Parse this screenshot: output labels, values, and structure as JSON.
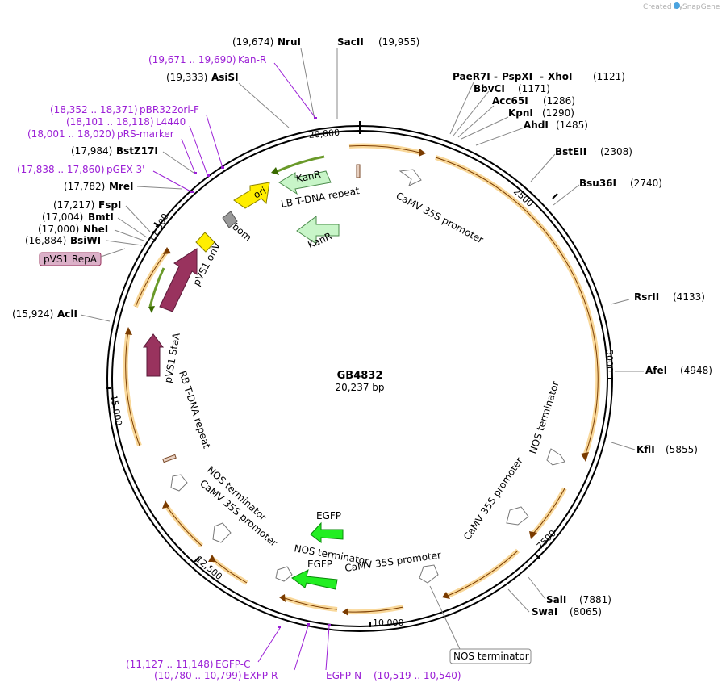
{
  "watermark": {
    "prefix": "Created by",
    "brand": "SnapGene"
  },
  "map": {
    "name": "GB4832",
    "size": "20,237 bp",
    "ticks": [
      "2500",
      "5000",
      "7500",
      "10,000",
      "12,500",
      "15,000",
      "17,500",
      "20,000"
    ]
  },
  "enzymes": [
    {
      "name": "NruI",
      "pos": "(19,674)"
    },
    {
      "name": "SacII",
      "pos": "(19,955)"
    },
    {
      "name": "AsiSI",
      "pos": "(19,333)"
    },
    {
      "name": "PaeR7I",
      "pos": ""
    },
    {
      "name": "PspXI",
      "pos": ""
    },
    {
      "name": "XhoI",
      "pos": "(1121)"
    },
    {
      "name": "BbvCI",
      "pos": "(1171)"
    },
    {
      "name": "Acc65I",
      "pos": "(1286)"
    },
    {
      "name": "KpnI",
      "pos": "(1290)"
    },
    {
      "name": "AhdI",
      "pos": "(1485)"
    },
    {
      "name": "BstEII",
      "pos": "(2308)"
    },
    {
      "name": "Bsu36I",
      "pos": "(2740)"
    },
    {
      "name": "RsrII",
      "pos": "(4133)"
    },
    {
      "name": "AfeI",
      "pos": "(4948)"
    },
    {
      "name": "KflI",
      "pos": "(5855)"
    },
    {
      "name": "SalI",
      "pos": "(7881)"
    },
    {
      "name": "SwaI",
      "pos": "(8065)"
    },
    {
      "name": "AclI",
      "pos": "(15,924)"
    },
    {
      "name": "BsiWI",
      "pos": "(16,884)"
    },
    {
      "name": "NheI",
      "pos": "(17,000)"
    },
    {
      "name": "BmtI",
      "pos": "(17,004)"
    },
    {
      "name": "FspI",
      "pos": "(17,217)"
    },
    {
      "name": "MreI",
      "pos": "(17,782)"
    },
    {
      "name": "BstZ17I",
      "pos": "(17,984)"
    }
  ],
  "primers": [
    {
      "name": "Kan-R",
      "range": "(19,671 .. 19,690)"
    },
    {
      "name": "pBR322ori-F",
      "range": "(18,352 .. 18,371)"
    },
    {
      "name": "L4440",
      "range": "(18,101 .. 18,118)"
    },
    {
      "name": "pRS-marker",
      "range": "(18,001 .. 18,020)"
    },
    {
      "name": "pGEX 3'",
      "range": "(17,838 .. 17,860)"
    },
    {
      "name": "EGFP-C",
      "range": "(11,127 .. 11,148)"
    },
    {
      "name": "EXFP-R",
      "range": "(10,780 .. 10,799)"
    },
    {
      "name": "EGFP-N",
      "range": "(10,519 .. 10,540)"
    }
  ],
  "features": {
    "camv_top": "CaMV 35S promoter",
    "nos_term_right": "NOS terminator",
    "camv_right": "CaMV 35S promoter",
    "nos_term_box": "NOS terminator",
    "camv_bottom": "CaMV 35S promoter",
    "egfp_top": "EGFP",
    "nos_term_mid": "NOS terminator",
    "egfp_bottom": "EGFP",
    "camv_left": "CaMV 35S promoter",
    "nos_term_left": "NOS terminator",
    "rb_repeat": "RB T-DNA repeat",
    "pvs1_stAa": "pVS1 StaA",
    "pvs1_oriv": "pVS1 oriV",
    "pvs1_repa": "pVS1 RepA",
    "bom": "bom",
    "ori": "ori",
    "kanr_top": "KanR",
    "kanr_mid": "KanR",
    "lb_repeat": "LB T-DNA repeat"
  },
  "colors": {
    "backbone": "#000000",
    "orf_fill": "#f9d89a",
    "orf_stroke": "#7a3b00",
    "kanr": "#c8f5c8",
    "egfp": "#22ee22",
    "pvs1": "#99335e",
    "ori": "#ffee00",
    "bom": "#999999",
    "primer": "#9b1fd6",
    "repa_box": "#dbb0c8"
  }
}
